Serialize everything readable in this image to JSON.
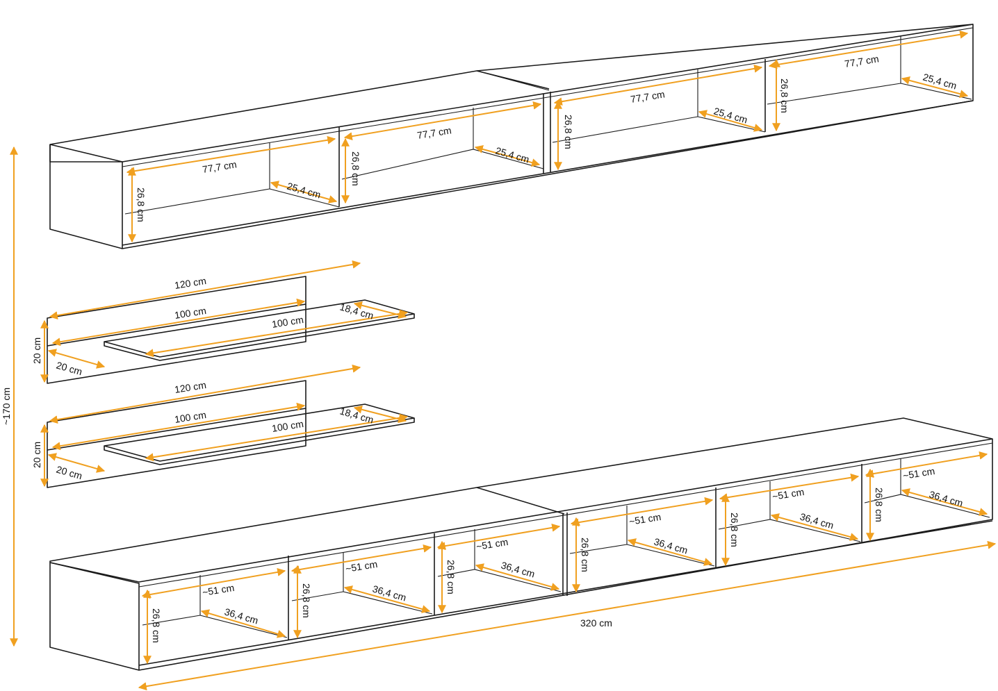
{
  "colors": {
    "dimension": "#f0a020",
    "outline": "#1a1a1a",
    "background": "#ffffff"
  },
  "labels": {
    "total_height": "~170 cm",
    "total_width": "320 cm",
    "top_compartment_width": "77,7 cm",
    "top_compartment_depth": "25,4 cm",
    "top_compartment_height": "26,8 cm",
    "shelf_panel_width": "120 cm",
    "shelf_width": "100 cm",
    "shelf_depth": "18,4 cm",
    "panel_height": "20 cm",
    "panel_depth": "20 cm",
    "bottom_compartment_width": "~51 cm",
    "bottom_compartment_depth": "36,4 cm",
    "bottom_compartment_height": "26,8 cm"
  }
}
